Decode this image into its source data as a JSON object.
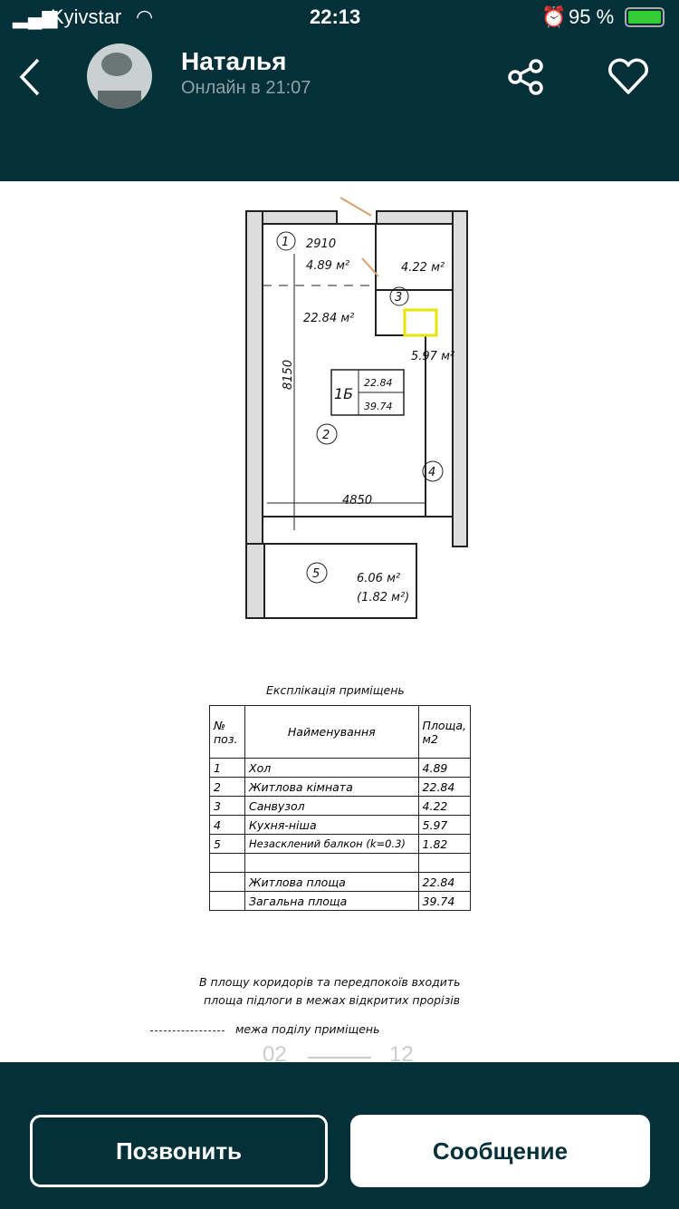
{
  "status_bar": {
    "carrier": "Kyivstar",
    "time": "22:13",
    "battery": "95 %"
  },
  "header": {
    "name": "Наталья",
    "presence": "Онлайн в 21:07"
  },
  "plan": {
    "labels": {
      "r1": "1",
      "r2": "2",
      "r3": "3",
      "r4": "4",
      "r5": "5",
      "dim_2910": "2910",
      "dim_8150": "8150",
      "dim_4850": "4850",
      "a1": "4.89 м²",
      "a2": "22.84 м²",
      "a3": "4.22 м²",
      "a4": "5.97 м²",
      "a5": "6.06 м²",
      "a5b": "(1.82 м²)",
      "apt": "1Б",
      "apt_living": "22.84",
      "apt_total": "39.74"
    },
    "table_title": "Експлікація приміщень",
    "table_head": [
      "№ поз.",
      "Найменування",
      "Площа, м2"
    ],
    "rows": [
      [
        "1",
        "Хол",
        "4.89"
      ],
      [
        "2",
        "Житлова кімната",
        "22.84"
      ],
      [
        "3",
        "Санвузол",
        "4.22"
      ],
      [
        "4",
        "Кухня-ніша",
        "5.97"
      ],
      [
        "5",
        "Незасклений балкон (k=0.3)",
        "1.82"
      ],
      [
        "",
        "",
        ""
      ],
      [
        "",
        "Житлова площа",
        "22.84"
      ],
      [
        "",
        "Загальна площа",
        "39.74"
      ]
    ],
    "note1": "В площу коридорів та передпокоїв входить",
    "note2": "площа підлоги в межах відкритих прорізів",
    "legend": "межа поділу приміщень",
    "pager_current": "02",
    "pager_total": "12"
  },
  "actions": {
    "call": "Позвонить",
    "message": "Сообщение"
  }
}
